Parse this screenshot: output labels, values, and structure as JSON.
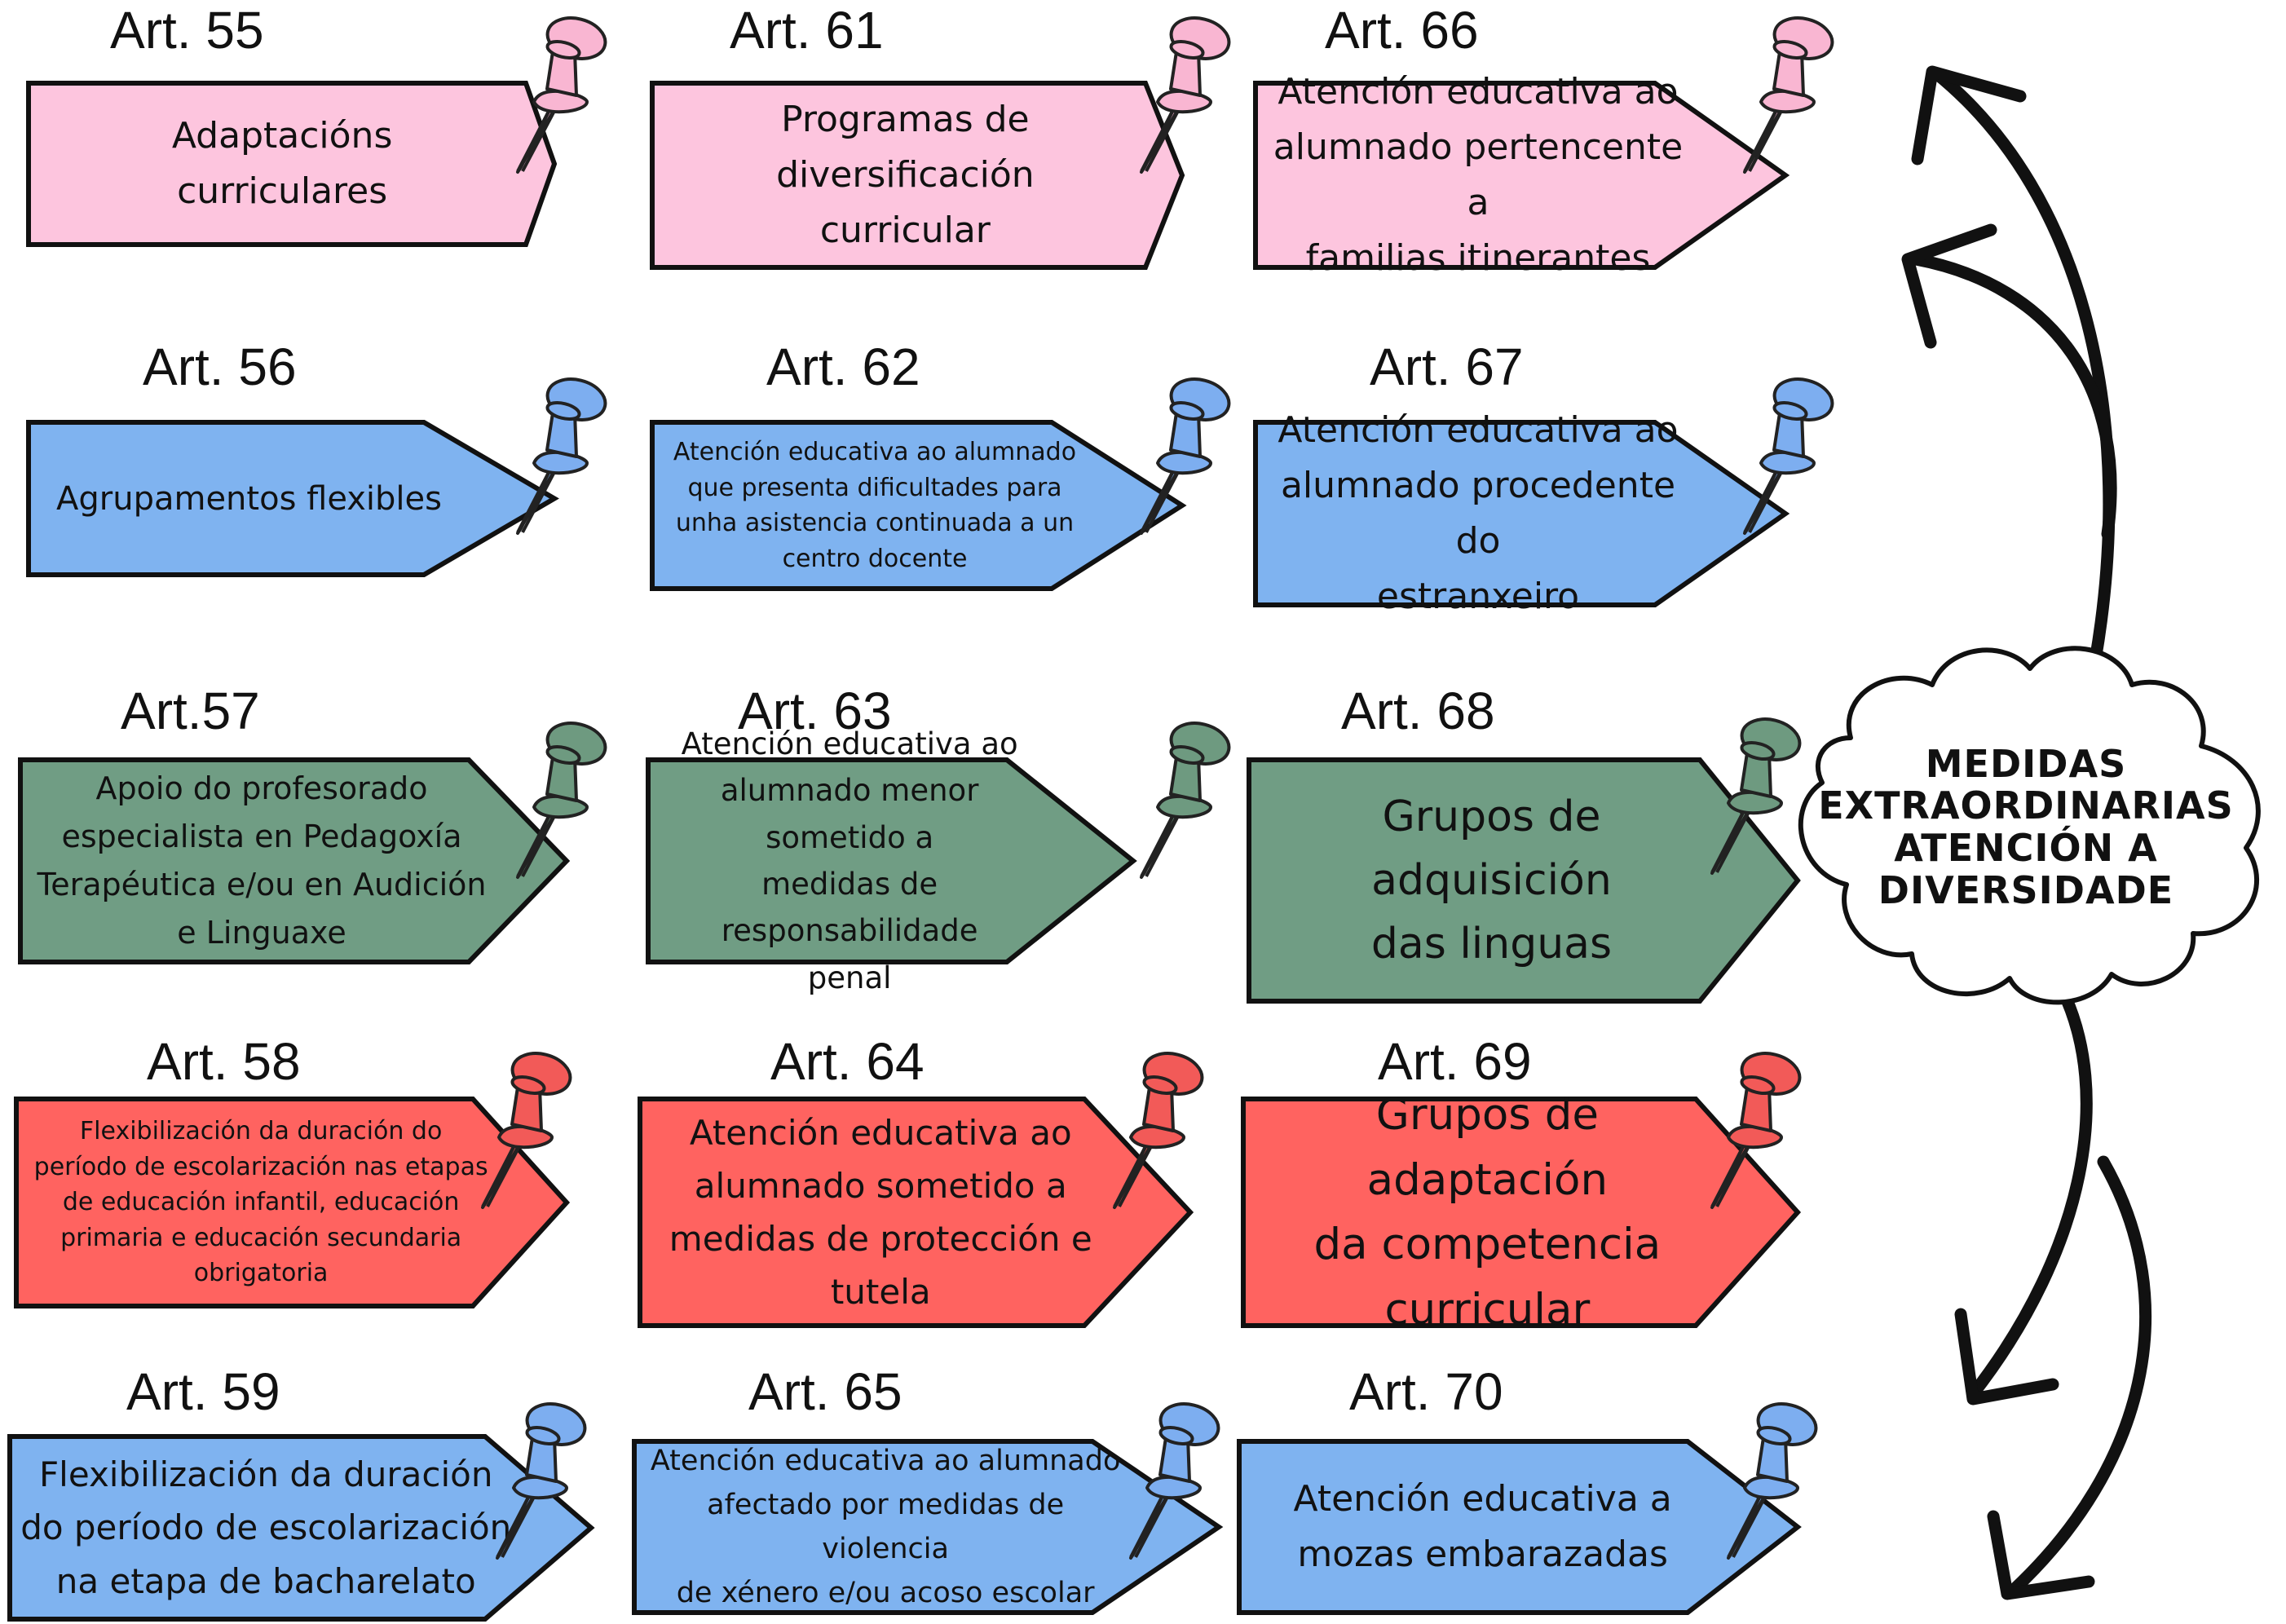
{
  "colors": {
    "pink": "#FDC5DE",
    "blue": "#7FB3F0",
    "green": "#709D84",
    "red": "#FF6360",
    "pin_pink": "#F9B6D2",
    "pin_blue": "#7DAEF0",
    "pin_green": "#6E9A80",
    "pin_red": "#F25A58",
    "outline": "#111111",
    "cloud_fill": "#FFFFFF"
  },
  "center": {
    "title": "MEDIDAS\nEXTRAORDINARIAS\nATENCIÓN A\nDIVERSIDADE"
  },
  "items": [
    {
      "art": "Art. 55",
      "text": "Adaptacións\ncurriculares",
      "color": "pink",
      "icon": "pushpin-icon"
    },
    {
      "art": "Art. 61",
      "text": "Programas de\ndiversificación\ncurricular",
      "color": "pink",
      "icon": "pushpin-icon"
    },
    {
      "art": "Art. 66",
      "text": "Atención educativa ao\nalumnado pertencente a\nfamilias itinerantes",
      "color": "pink",
      "icon": "pushpin-icon"
    },
    {
      "art": "Art. 56",
      "text": "Agrupamentos flexibles",
      "color": "blue",
      "icon": "pushpin-icon"
    },
    {
      "art": "Art. 62",
      "text": "Atención educativa ao alumnado\nque presenta dificultades para\nunha asistencia continuada a un\ncentro docente",
      "color": "blue",
      "icon": "pushpin-icon"
    },
    {
      "art": "Art. 67",
      "text": "Atención educativa ao\nalumnado procedente do\nestranxeiro",
      "color": "blue",
      "icon": "pushpin-icon"
    },
    {
      "art": "Art.57",
      "text": "Apoio do profesorado\nespecialista en Pedagoxía\nTerapéutica e/ou en Audición\ne Linguaxe",
      "color": "green",
      "icon": "pushpin-icon"
    },
    {
      "art": "Art. 63",
      "text": "Atención educativa ao\nalumnado menor sometido a\nmedidas de responsabilidade\npenal",
      "color": "green",
      "icon": "pushpin-icon"
    },
    {
      "art": "Art. 68",
      "text": "Grupos de adquisición\ndas linguas",
      "color": "green",
      "icon": "pushpin-icon"
    },
    {
      "art": "Art. 58",
      "text": "Flexibilización da duración do\nperíodo de escolarización nas etapas\nde educación infantil, educación\nprimaria e educación secundaria\nobrigatoria",
      "color": "red",
      "icon": "pushpin-icon"
    },
    {
      "art": "Art. 64",
      "text": "Atención educativa ao\nalumnado sometido a\nmedidas de protección e\ntutela",
      "color": "red",
      "icon": "pushpin-icon"
    },
    {
      "art": "Art. 69",
      "text": "Grupos de adaptación\nda competencia\ncurricular",
      "color": "red",
      "icon": "pushpin-icon"
    },
    {
      "art": "Art. 59",
      "text": "Flexibilización da duración\ndo período de escolarización\nna etapa de bacharelato",
      "color": "blue",
      "icon": "pushpin-icon"
    },
    {
      "art": "Art. 65",
      "text": "Atención educativa ao alumnado\nafectado por medidas de violencia\nde xénero e/ou acoso escolar",
      "color": "blue",
      "icon": "pushpin-icon"
    },
    {
      "art": "Art. 70",
      "text": "Atención  educativa  a\nmozas embarazadas",
      "color": "blue",
      "icon": "pushpin-icon"
    }
  ],
  "connectors": [
    {
      "icon": "curved-arrow-icon",
      "direction": "up"
    },
    {
      "icon": "curved-arrow-icon",
      "direction": "up"
    },
    {
      "icon": "curved-arrow-icon",
      "direction": "down"
    },
    {
      "icon": "curved-arrow-icon",
      "direction": "down"
    }
  ]
}
